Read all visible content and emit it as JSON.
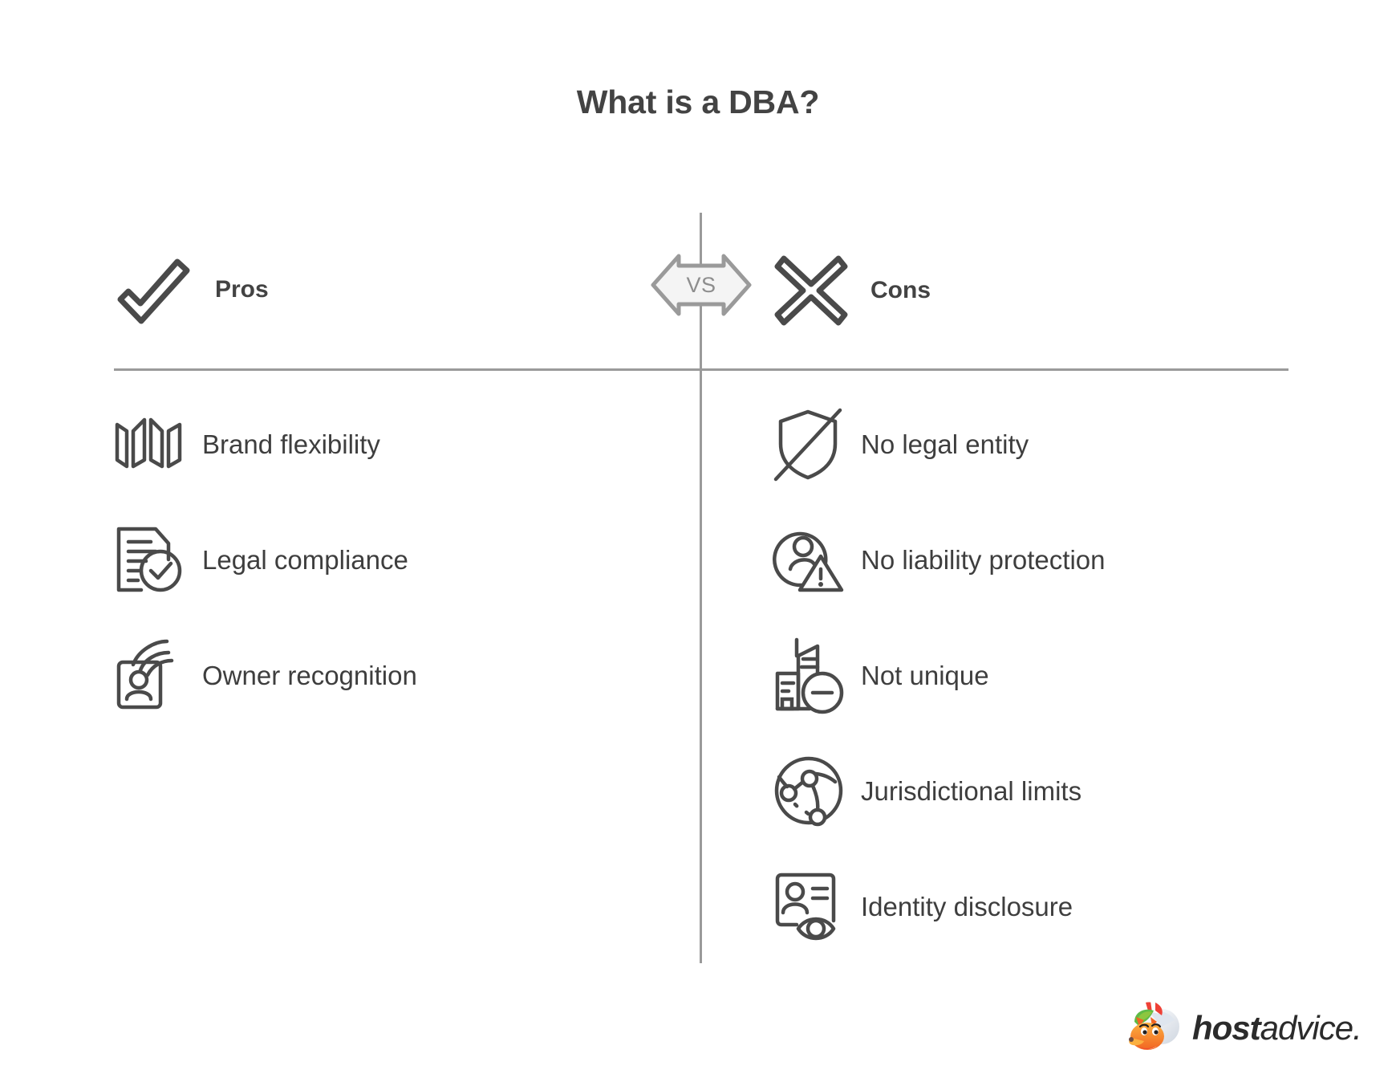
{
  "title": "What is a DBA?",
  "center": {
    "vs_label": "VS"
  },
  "colors": {
    "text": "#3e3e3e",
    "heading": "#434343",
    "divider": "#9a9a9a",
    "vs_text": "#8d8d8d",
    "vs_fill": "#f4f4f4",
    "icon_stroke": "#4a4a4a",
    "logo_orange": "#f7901e",
    "logo_green": "#5fbb46",
    "logo_red": "#ef4136"
  },
  "pros": {
    "heading": "Pros",
    "heading_icon": "checkmark-icon",
    "items": [
      {
        "label": "Brand flexibility",
        "icon": "brand-ribbon-icon"
      },
      {
        "label": "Legal compliance",
        "icon": "document-check-icon"
      },
      {
        "label": "Owner recognition",
        "icon": "hand-id-card-icon"
      }
    ]
  },
  "cons": {
    "heading": "Cons",
    "heading_icon": "cross-icon",
    "items": [
      {
        "label": "No legal entity",
        "icon": "shield-slash-icon"
      },
      {
        "label": "No liability protection",
        "icon": "person-warning-icon"
      },
      {
        "label": "Not unique",
        "icon": "building-minus-icon"
      },
      {
        "label": "Jurisdictional limits",
        "icon": "globe-network-icon"
      },
      {
        "label": "Identity disclosure",
        "icon": "id-card-eye-icon"
      }
    ]
  },
  "logo": {
    "mark": "fox-mascot-icon",
    "bold_text": "host",
    "italic_text": "advice."
  }
}
